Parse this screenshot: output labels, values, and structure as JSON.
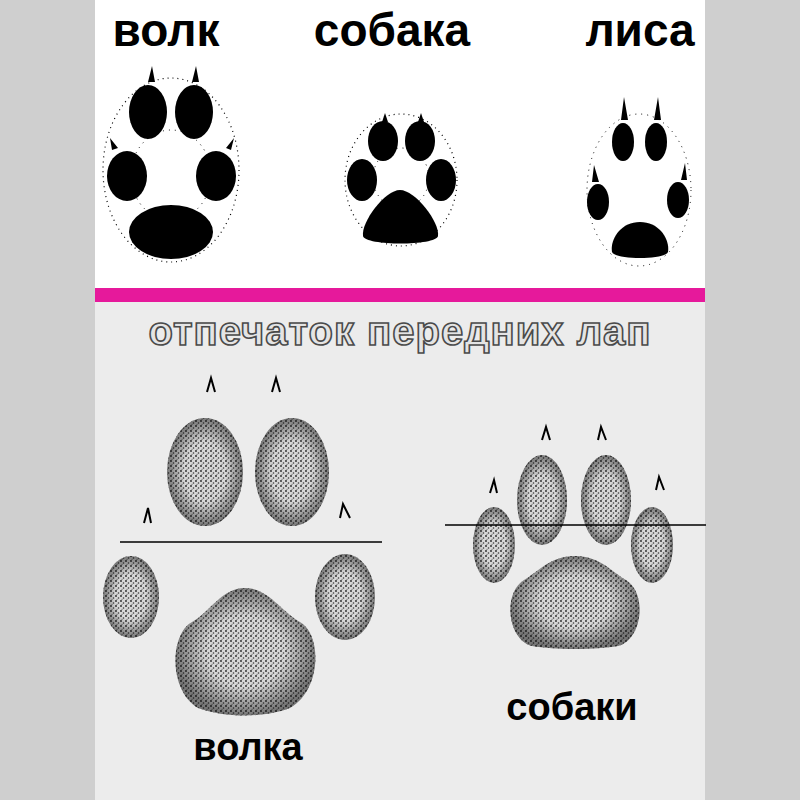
{
  "diagram": {
    "labels": [
      "волк",
      "собака",
      "лиса",
      "отпечаток передних лап",
      "волка",
      "собаки"
    ]
  }
}
